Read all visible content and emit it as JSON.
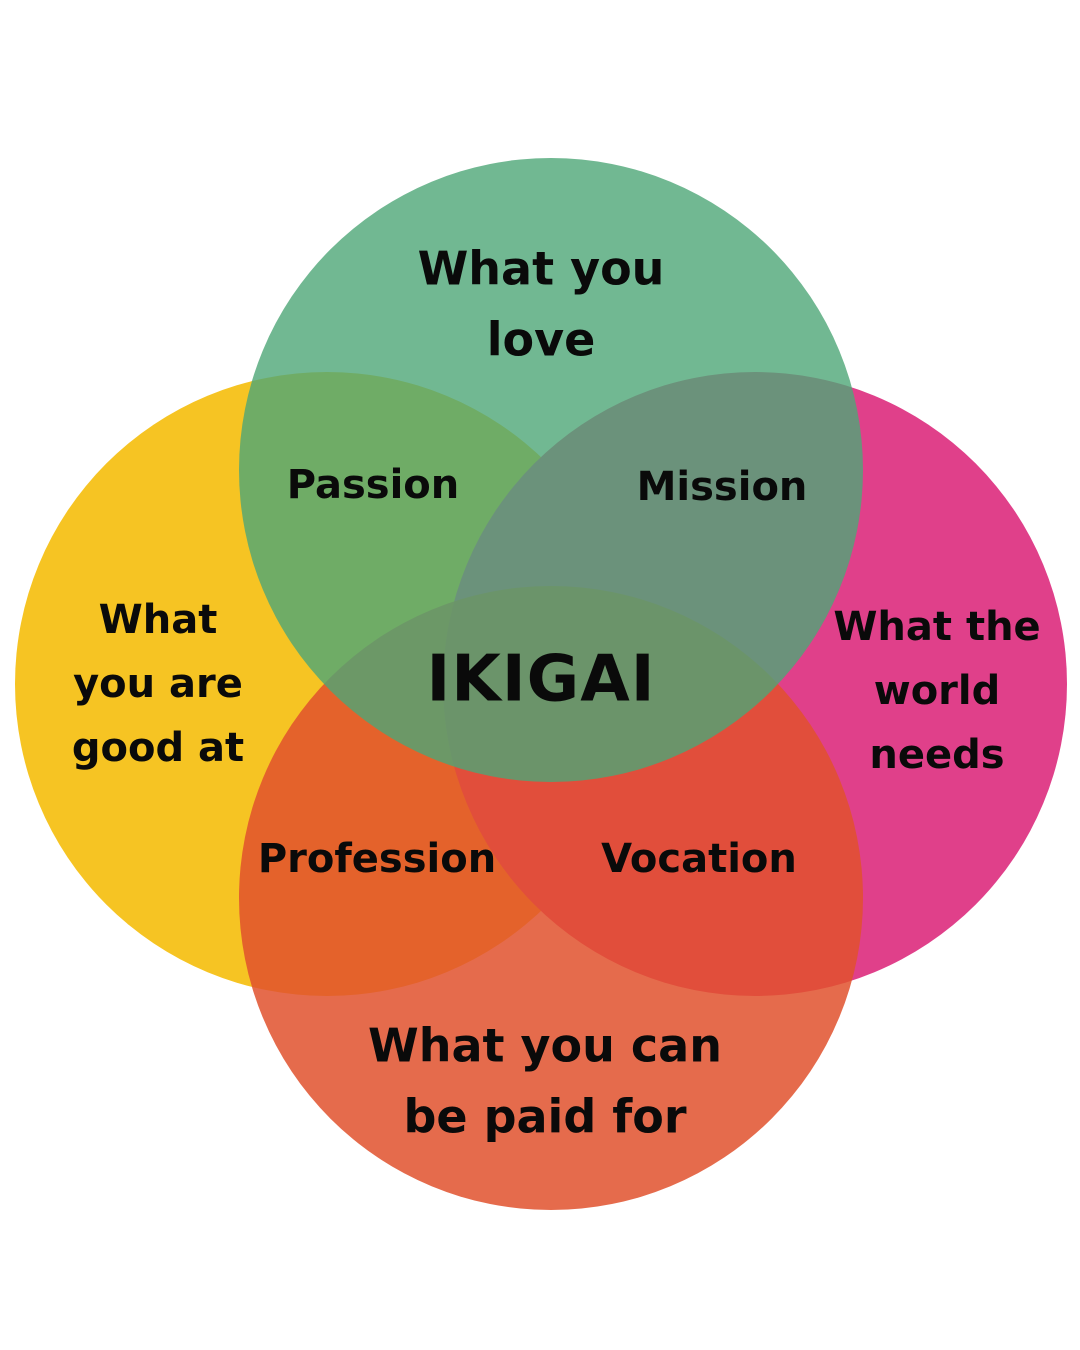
{
  "colors": {
    "good_at": "#f6c423",
    "world_needs": "#e0408a",
    "paid_for": "#e0512d",
    "love": "#4ea677"
  },
  "circles": {
    "love": "What you\nlove",
    "good_at": "What\nyou are\ngood at",
    "world_needs": "What the\nworld\nneeds",
    "paid_for": "What you can\nbe paid for"
  },
  "overlaps": {
    "passion": "Passion",
    "mission": "Mission",
    "profession": "Profession",
    "vocation": "Vocation"
  },
  "center": {
    "title": "IKIGAI"
  }
}
